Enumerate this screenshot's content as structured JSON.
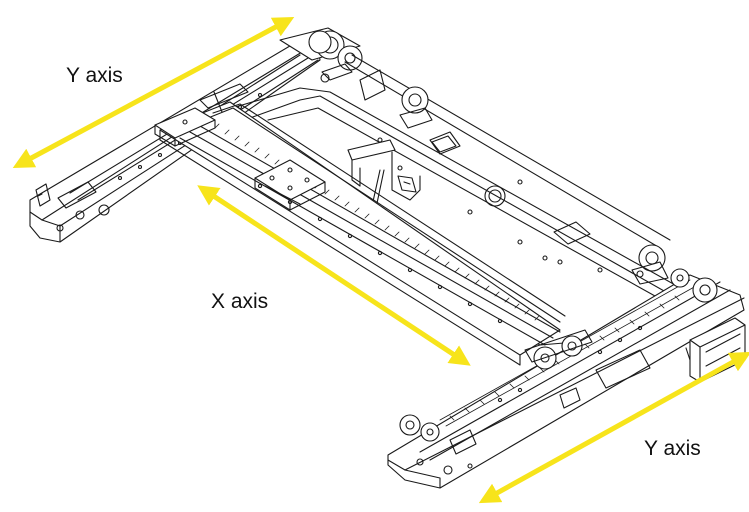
{
  "labels": {
    "y_axis_top": "Y axis",
    "x_axis": "X axis",
    "y_axis_bottom": "Y axis"
  },
  "colors": {
    "arrow": "#F7E41B",
    "line": "#1a1a1a",
    "background": "#ffffff"
  }
}
